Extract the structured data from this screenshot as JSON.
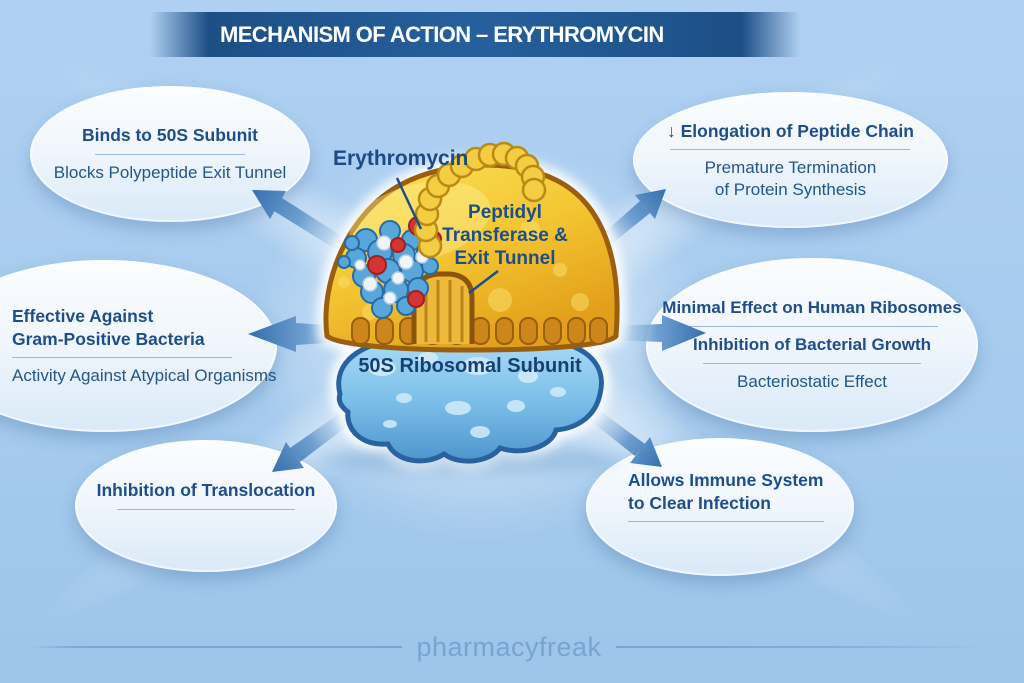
{
  "title": "MECHANISM OF ACTION – ERYTHROMYCIN",
  "watermark": "pharmacyfreak",
  "center_labels": {
    "drug": "Erythromycin",
    "site_line1": "Peptidyl",
    "site_line2": "Transferase &",
    "site_line3": "Exit Tunnel",
    "subunit": "50S Ribosomal Subunit"
  },
  "bubbles": {
    "top_left": {
      "title": "Binds to 50S Subunit",
      "sub": "Blocks Polypeptide Exit Tunnel"
    },
    "top_right": {
      "title": "↓ Elongation of Peptide Chain",
      "sub_line1": "Premature Termination",
      "sub_line2": "of Protein Synthesis"
    },
    "mid_left": {
      "title_line1": "Effective Against",
      "title_line2": "Gram-Positive Bacteria",
      "sub": "Activity Against Atypical Organisms"
    },
    "mid_right": {
      "row1": "Minimal Effect on Human Ribosomes",
      "row2": "Inhibition of Bacterial Growth",
      "row3": "Bacteriostatic Effect"
    },
    "bottom_left": {
      "title": "Inhibition of Translocation"
    },
    "bottom_right": {
      "title_line1": "Allows Immune System",
      "title_line2": "to Clear Infection"
    }
  },
  "colors": {
    "background": "#a6cbee",
    "banner_navy": "#1d4f86",
    "text_navy": "#1d4e8a",
    "arrow_blue": "#3a76b4",
    "bubble_fill": "#eef5fc",
    "divider": "#9ab9da",
    "watermark_blue": "#79a3d1",
    "ribosome_yellow": "#f2c531",
    "ribosome_blue": "#6fb5e2",
    "molecule_red": "#d43434",
    "molecule_blue": "#57a7db"
  }
}
